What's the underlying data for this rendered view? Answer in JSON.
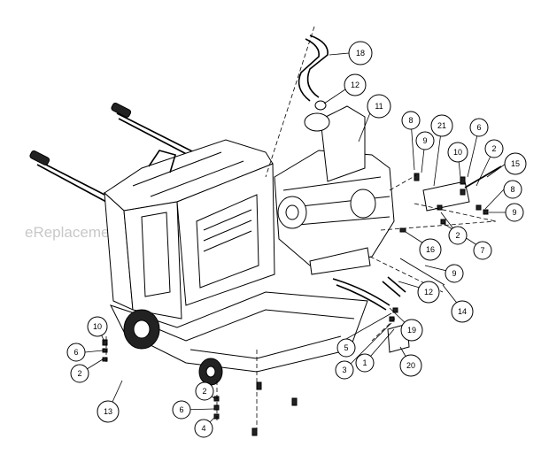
{
  "watermark": "eReplacementParts.com",
  "callouts": [
    {
      "label": "18"
    },
    {
      "label": "12"
    },
    {
      "label": "11"
    },
    {
      "label": "8"
    },
    {
      "label": "9"
    },
    {
      "label": "21"
    },
    {
      "label": "6"
    },
    {
      "label": "10"
    },
    {
      "label": "2"
    },
    {
      "label": "15"
    },
    {
      "label": "8"
    },
    {
      "label": "9"
    },
    {
      "label": "7"
    },
    {
      "label": "2"
    },
    {
      "label": "16"
    },
    {
      "label": "9"
    },
    {
      "label": "12"
    },
    {
      "label": "14"
    },
    {
      "label": "19"
    },
    {
      "label": "5"
    },
    {
      "label": "3"
    },
    {
      "label": "1"
    },
    {
      "label": "20"
    },
    {
      "label": "10"
    },
    {
      "label": "6"
    },
    {
      "label": "2"
    },
    {
      "label": "13"
    },
    {
      "label": "2"
    },
    {
      "label": "6"
    },
    {
      "label": "4"
    }
  ]
}
